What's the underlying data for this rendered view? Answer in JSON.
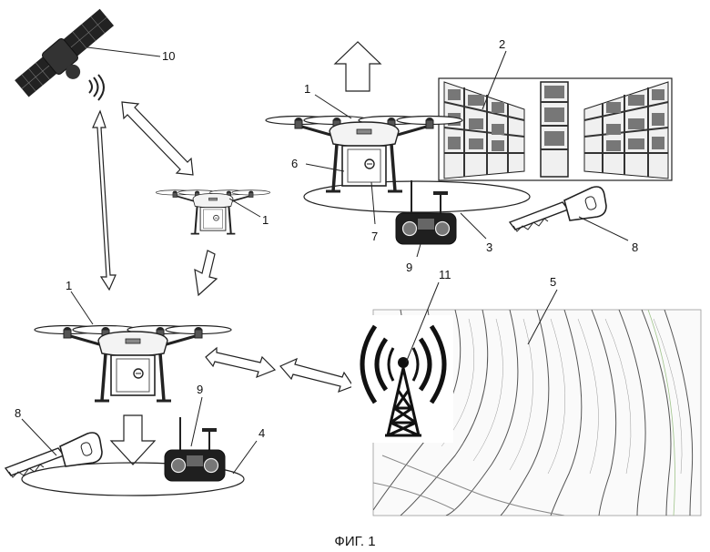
{
  "figure": {
    "caption": "ФИГ. 1"
  },
  "labels": {
    "satellite": "10",
    "drone_top": "1",
    "drone_middle": "1",
    "drone_bottom": "1",
    "warehouse": "2",
    "landing_zone_top": "3",
    "landing_zone_bottom": "4",
    "terrain_map": "5",
    "container": "6",
    "container_door": "7",
    "key_top": "8",
    "key_bottom": "8",
    "remote_top": "9",
    "remote_bottom": "9",
    "cell_tower": "11"
  },
  "icons": {
    "satellite": "satellite-icon",
    "drone": "drone-icon",
    "remote": "remote-controller-icon",
    "key": "key-icon",
    "tower": "cell-tower-icon",
    "warehouse": "warehouse-shelving-image",
    "map": "topographic-map-image"
  }
}
